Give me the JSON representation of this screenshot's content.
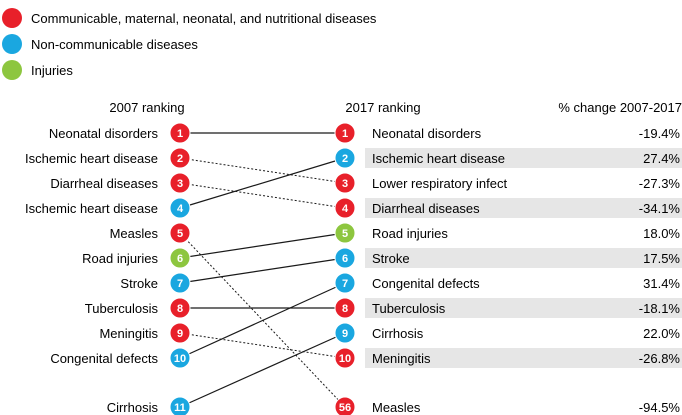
{
  "chart_data": {
    "type": "table",
    "legend": [
      {
        "label": "Communicable, maternal, neonatal, and nutritional diseases",
        "color": "#e8202a",
        "key": "cmnn"
      },
      {
        "label": "Non-communicable diseases",
        "color": "#1aa7e0",
        "key": "ncd"
      },
      {
        "label": "Injuries",
        "color": "#8dc63f",
        "key": "inj"
      }
    ],
    "headers": {
      "left": "2007 ranking",
      "right": "2017 ranking",
      "change": "% change 2007-2017"
    },
    "ranking_2007": [
      {
        "rank": "1",
        "name": "Neonatal disorders",
        "group": "cmnn"
      },
      {
        "rank": "2",
        "name": "Ischemic heart disease",
        "group": "cmnn"
      },
      {
        "rank": "3",
        "name": "Diarrheal diseases",
        "group": "cmnn"
      },
      {
        "rank": "4",
        "name": "Ischemic heart disease",
        "group": "ncd"
      },
      {
        "rank": "5",
        "name": "Measles",
        "group": "cmnn"
      },
      {
        "rank": "6",
        "name": "Road injuries",
        "group": "inj"
      },
      {
        "rank": "7",
        "name": "Stroke",
        "group": "ncd"
      },
      {
        "rank": "8",
        "name": "Tuberculosis",
        "group": "cmnn"
      },
      {
        "rank": "9",
        "name": "Meningitis",
        "group": "cmnn"
      },
      {
        "rank": "10",
        "name": "Congenital defects",
        "group": "ncd"
      },
      {
        "rank": "11",
        "name": "Cirrhosis",
        "group": "ncd",
        "gap": true
      }
    ],
    "ranking_2017": [
      {
        "rank": "1",
        "name": "Neonatal disorders",
        "group": "cmnn",
        "change": "-19.4%"
      },
      {
        "rank": "2",
        "name": "Ischemic heart disease",
        "group": "ncd",
        "change": "27.4%",
        "shaded": true
      },
      {
        "rank": "3",
        "name": "Lower respiratory infect",
        "group": "cmnn",
        "change": "-27.3%"
      },
      {
        "rank": "4",
        "name": "Diarrheal diseases",
        "group": "cmnn",
        "change": "-34.1%",
        "shaded": true
      },
      {
        "rank": "5",
        "name": "Road injuries",
        "group": "inj",
        "change": "18.0%"
      },
      {
        "rank": "6",
        "name": "Stroke",
        "group": "ncd",
        "change": "17.5%",
        "shaded": true
      },
      {
        "rank": "7",
        "name": "Congenital defects",
        "group": "ncd",
        "change": "31.4%"
      },
      {
        "rank": "8",
        "name": "Tuberculosis",
        "group": "cmnn",
        "change": "-18.1%",
        "shaded": true
      },
      {
        "rank": "9",
        "name": "Cirrhosis",
        "group": "ncd",
        "change": "22.0%"
      },
      {
        "rank": "10",
        "name": "Meningitis",
        "group": "cmnn",
        "change": "-26.8%",
        "shaded": true
      },
      {
        "rank": "56",
        "name": "Measles",
        "group": "cmnn",
        "change": "-94.5%",
        "gap": true
      }
    ],
    "connections": [
      {
        "from": 1,
        "to": 1,
        "style": "solid"
      },
      {
        "from": 2,
        "to": 3,
        "style": "dashed"
      },
      {
        "from": 3,
        "to": 4,
        "style": "dashed"
      },
      {
        "from": 4,
        "to": 2,
        "style": "solid"
      },
      {
        "from": 5,
        "to": 11,
        "style": "dashed"
      },
      {
        "from": 6,
        "to": 5,
        "style": "solid"
      },
      {
        "from": 7,
        "to": 6,
        "style": "solid"
      },
      {
        "from": 8,
        "to": 8,
        "style": "solid"
      },
      {
        "from": 9,
        "to": 10,
        "style": "dashed"
      },
      {
        "from": 10,
        "to": 7,
        "style": "solid"
      },
      {
        "from": 11,
        "to": 9,
        "style": "solid"
      }
    ]
  }
}
